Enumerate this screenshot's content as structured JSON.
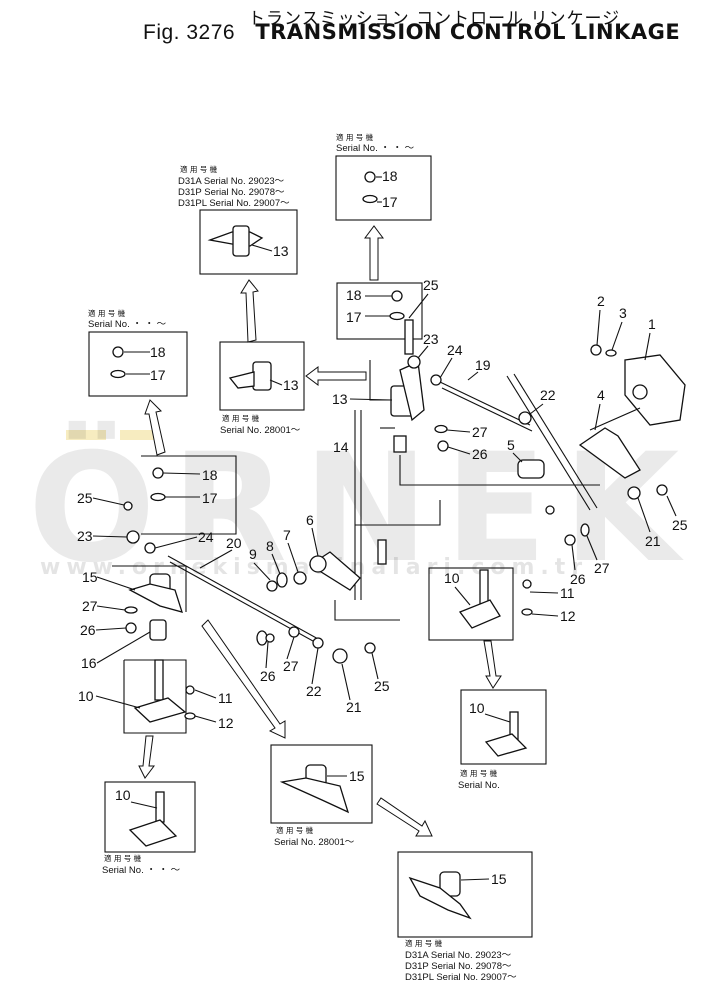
{
  "header": {
    "jp_title": "トランスミッション コントロール リンケージ",
    "fig_number": "Fig. 3276",
    "fig_name": "TRANSMISSION CONTROL LINKAGE"
  },
  "watermark": {
    "brand": "ÖRNEK",
    "url": "www.ornekismakinalari.com.tr"
  },
  "notes": {
    "top_center": {
      "jp": "適 用 号 機",
      "serial": "Serial No.  ・  ・ ～"
    },
    "top_left": {
      "jp": "適 用 号 機",
      "lines": [
        "D31A   Serial No. 29023～",
        "D31P   Serial No. 29078～",
        "D31PL  Serial No. 29007～"
      ]
    },
    "left": {
      "jp": "適 用 号 機",
      "serial": "Serial No.  ・  ・ ～"
    },
    "mid": {
      "jp": "適 用 号 機",
      "serial": "Serial No. 28001～"
    },
    "right_lower": {
      "jp": "適 用 号 機",
      "serial": "Serial No."
    },
    "bottom_left": {
      "jp": "適 用 号 機",
      "serial": "Serial No.  ・  ・ ～"
    },
    "bottom_mid": {
      "jp": "適 用 号 機",
      "serial": "Serial No. 28001～"
    },
    "bottom_right": {
      "jp": "適 用 号 機",
      "lines": [
        "D31A   Serial No. 29023～",
        "D31P   Serial No. 29078～",
        "D31PL  Serial No. 29007～"
      ]
    }
  },
  "callouts": {
    "c1": "1",
    "c2": "2",
    "c3": "3",
    "c4": "4",
    "c5": "5",
    "c6": "6",
    "c7": "7",
    "c8": "8",
    "c9": "9",
    "c10": "10",
    "c11": "11",
    "c12": "12",
    "c13": "13",
    "c14": "14",
    "c15": "15",
    "c16": "16",
    "c17": "17",
    "c18": "18",
    "c19": "19",
    "c20": "20",
    "c21": "21",
    "c22": "22",
    "c23": "23",
    "c24": "24",
    "c25": "25",
    "c26": "26",
    "c27": "27"
  }
}
